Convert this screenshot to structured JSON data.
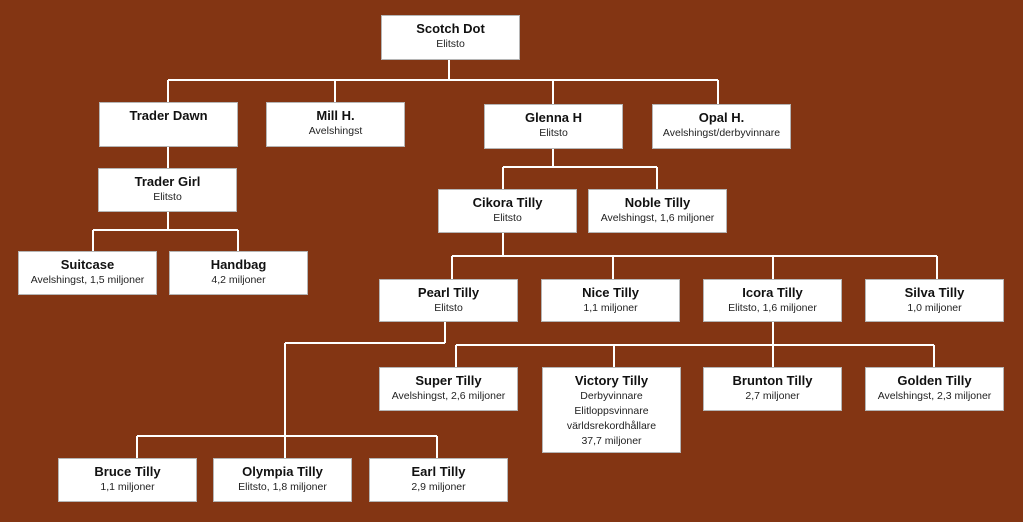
{
  "nodes": {
    "scotch_dot": {
      "name": "Scotch Dot",
      "info": "Elitsto"
    },
    "trader_dawn": {
      "name": "Trader Dawn",
      "info": ""
    },
    "mill_h": {
      "name": "Mill H.",
      "info": "Avelshingst"
    },
    "glenna_h": {
      "name": "Glenna H",
      "info": "Elitsto"
    },
    "opal_h": {
      "name": "Opal H.",
      "info": "Avelshingst/derbyvinnare"
    },
    "trader_girl": {
      "name": "Trader Girl",
      "info": "Elitsto"
    },
    "cikora_tilly": {
      "name": "Cikora Tilly",
      "info": "Elitsto"
    },
    "noble_tilly": {
      "name": "Noble Tilly",
      "info": "Avelshingst, 1,6 miljoner"
    },
    "suitcase": {
      "name": "Suitcase",
      "info": "Avelshingst, 1,5 miljoner"
    },
    "handbag": {
      "name": "Handbag",
      "info": "4,2 miljoner"
    },
    "pearl_tilly": {
      "name": "Pearl Tilly",
      "info": "Elitsto"
    },
    "nice_tilly": {
      "name": "Nice Tilly",
      "info": "1,1 miljoner"
    },
    "icora_tilly": {
      "name": "Icora Tilly",
      "info": "Elitsto, 1,6 miljoner"
    },
    "silva_tilly": {
      "name": "Silva Tilly",
      "info": "1,0 miljoner"
    },
    "super_tilly": {
      "name": "Super Tilly",
      "info": "Avelshingst, 2,6 miljoner"
    },
    "victory_tilly": {
      "name": "Victory Tilly",
      "info": "Derbyvinnare\nElitloppsvinnare\nvärldsrekordhållare\n37,7 miljoner"
    },
    "brunton_tilly": {
      "name": "Brunton Tilly",
      "info": "2,7 miljoner"
    },
    "golden_tilly": {
      "name": "Golden Tilly",
      "info": "Avelshingst, 2,3 miljoner"
    },
    "bruce_tilly": {
      "name": "Bruce Tilly",
      "info": "1,1 miljoner"
    },
    "olympia_tilly": {
      "name": "Olympia Tilly",
      "info": "Elitsto, 1,8 miljoner"
    },
    "earl_tilly": {
      "name": "Earl Tilly",
      "info": "2,9 miljoner"
    }
  },
  "colors": {
    "background": "#833513",
    "box": "#ffffff",
    "connector": "#ffffff"
  }
}
